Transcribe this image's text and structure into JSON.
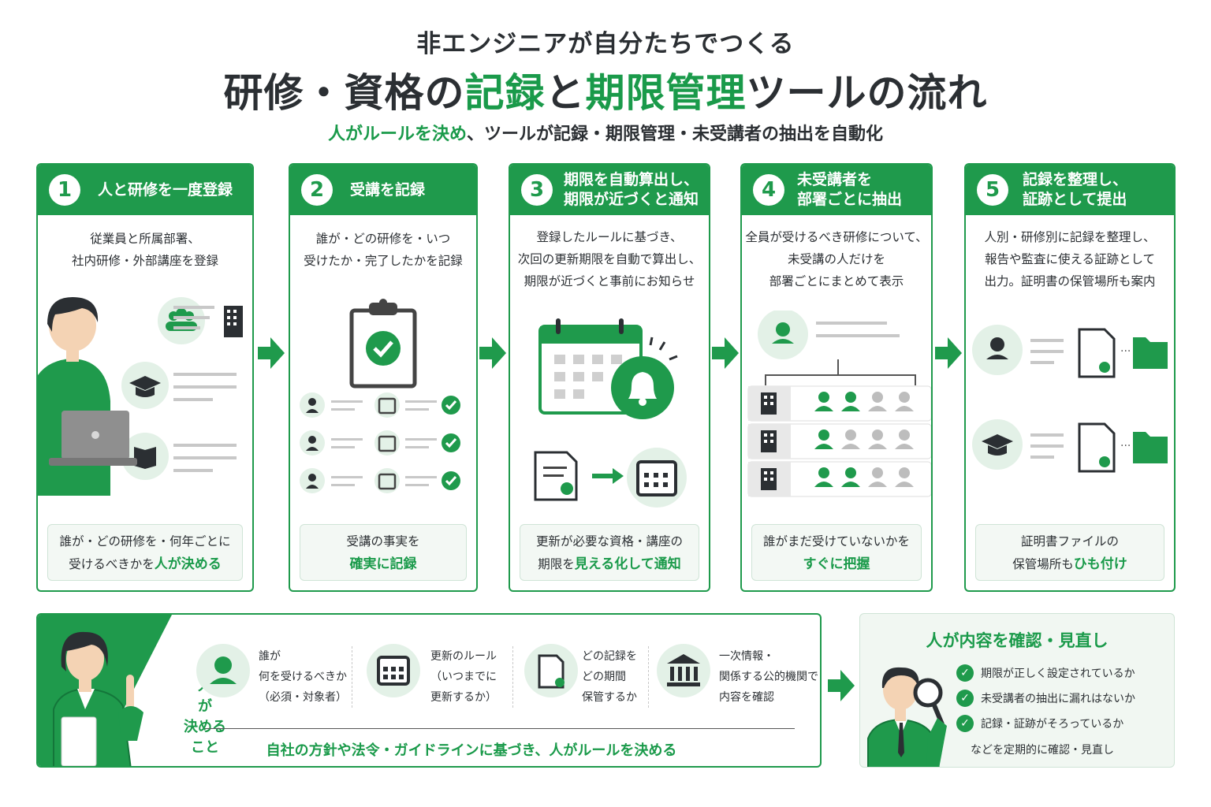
{
  "title": {
    "line1": "非エンジニアが自分たちでつくる",
    "line2_a": "研修・資格の",
    "line2_b": "記録",
    "line2_c": "と",
    "line2_d": "期限管理",
    "line2_e": "ツールの流れ",
    "subtitle_a": "人がルールを決め",
    "subtitle_b": "、ツールが記録・期限管理・未受講者の抽出を自動化"
  },
  "steps": [
    {
      "num": "1",
      "title": "人と研修を一度登録",
      "desc": "従業員と所属部署、\n社内研修・外部講座を登録",
      "box_a": "誰が・どの研修を・何年ごとに",
      "box_b": "受けるべきかを",
      "box_hl": "人が決める"
    },
    {
      "num": "2",
      "title": "受講を記録",
      "desc": "誰が・どの研修を・いつ\n受けたか・完了したかを記録",
      "box_a": "受講の事実を",
      "box_b": "",
      "box_hl": "確実に記録"
    },
    {
      "num": "3",
      "title": "期限を自動算出し、\n期限が近づくと通知",
      "desc": "登録したルールに基づき、\n次回の更新期限を自動で算出し、\n期限が近づくと事前にお知らせ",
      "box_a": "更新が必要な資格・講座の",
      "box_b": "期限を",
      "box_hl": "見える化して通知"
    },
    {
      "num": "4",
      "title": "未受講者を\n部署ごとに抽出",
      "desc": "全員が受けるべき研修について、\n未受講の人だけを\n部署ごとにまとめて表示",
      "box_a": "誰がまだ受けていないかを",
      "box_b": "",
      "box_hl": "すぐに把握"
    },
    {
      "num": "5",
      "title": "記録を整理し、\n証跡として提出",
      "desc": "人別・研修別に記録を整理し、\n報告や監査に使える証跡として\n出力。証明書の保管場所も案内",
      "box_a": "証明書ファイルの",
      "box_b": "保管場所も",
      "box_hl": "ひも付け"
    }
  ],
  "decide": {
    "label": "人\nが\n決める\nこと",
    "items": [
      {
        "text": "誰が\n何を受けるべきか\n（必須・対象者）",
        "icon": "person-icon"
      },
      {
        "text": "更新のルール\n（いつまでに\n更新するか）",
        "icon": "calendar-icon"
      },
      {
        "text": "どの記録を\nどの期間\n保管するか",
        "icon": "certificate-icon"
      },
      {
        "text": "一次情報・\n関係する公的機関で\n内容を確認",
        "icon": "institution-icon"
      }
    ],
    "footer": "自社の方針や法令・ガイドラインに基づき、人がルールを決める"
  },
  "review": {
    "title": "人が内容を確認・見直し",
    "checks": [
      "期限が正しく設定されているか",
      "未受講者の抽出に漏れはないか",
      "記録・証跡がそろっているか"
    ],
    "footer": "などを定期的に確認・見直し"
  },
  "colors": {
    "accent": "#1f9a4c",
    "light": "#e3f1e7",
    "gray": "#bdbdbd"
  }
}
